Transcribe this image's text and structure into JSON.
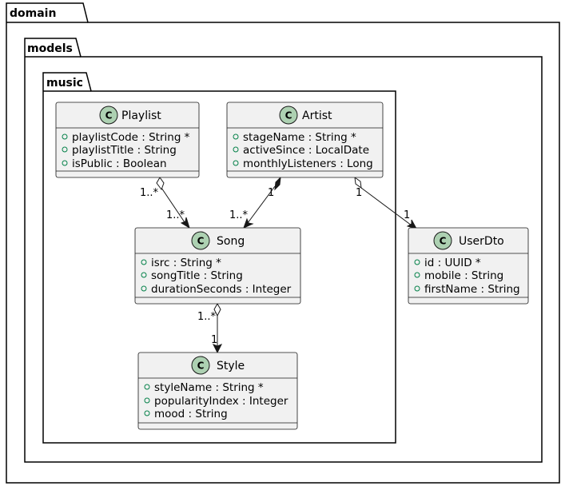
{
  "packages": {
    "domain": {
      "name": "domain"
    },
    "models": {
      "name": "models"
    },
    "music": {
      "name": "music"
    }
  },
  "stereotype_glyph": "C",
  "colors": {
    "class_fill": "#F1F1F1",
    "class_border": "#181818",
    "stereotype_circle": "#ADD1B2",
    "visibility_marker": "#038048",
    "line": "#181818"
  },
  "classes": {
    "playlist": {
      "name": "Playlist",
      "attributes": [
        "playlistCode : String *",
        "playlistTitle : String",
        "isPublic : Boolean"
      ]
    },
    "artist": {
      "name": "Artist",
      "attributes": [
        "stageName : String *",
        "activeSince : LocalDate",
        "monthlyListeners : Long"
      ]
    },
    "song": {
      "name": "Song",
      "attributes": [
        "isrc : String *",
        "songTitle : String",
        "durationSeconds : Integer"
      ]
    },
    "style": {
      "name": "Style",
      "attributes": [
        "styleName : String *",
        "popularityIndex : Integer",
        "mood : String"
      ]
    },
    "userdto": {
      "name": "UserDto",
      "attributes": [
        "id : UUID *",
        "mobile : String",
        "firstName : String"
      ]
    }
  },
  "relations": {
    "playlist_song": {
      "source_mult": "1..*",
      "target_mult": "1..*",
      "kind": "aggregation"
    },
    "artist_song": {
      "source_mult": "1",
      "target_mult": "1..*",
      "kind": "composition"
    },
    "artist_userdto": {
      "source_mult": "1",
      "target_mult": "1",
      "kind": "aggregation"
    },
    "song_style": {
      "source_mult": "1..*",
      "target_mult": "1",
      "kind": "aggregation"
    }
  }
}
